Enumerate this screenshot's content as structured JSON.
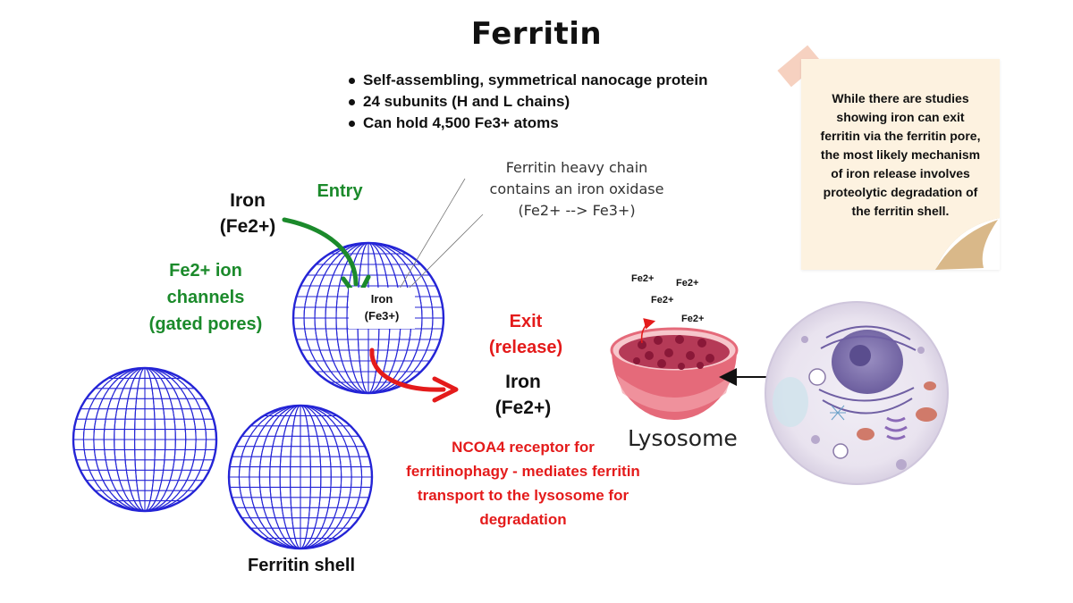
{
  "title": "Ferritin",
  "bullets": [
    "Self-assembling, symmetrical nanocage protein",
    "24 subunits (H and L chains)",
    "Can hold 4,500 Fe3+ atoms"
  ],
  "iron_entry": {
    "line1": "Iron",
    "line2": "(Fe2+)"
  },
  "entry_label": "Entry",
  "channels": {
    "line1": "Fe2+ ion",
    "line2": "channels",
    "line3": "(gated pores)"
  },
  "heavy_chain": {
    "line1": "Ferritin heavy chain",
    "line2": "contains an iron oxidase",
    "line3": "(Fe2+ --> Fe3+)"
  },
  "iron_inside": {
    "line1": "Iron",
    "line2": "(Fe3+)"
  },
  "exit_label": {
    "line1": "Exit",
    "line2": "(release)"
  },
  "iron_release": {
    "line1": "Iron",
    "line2": "(Fe2+)"
  },
  "ncoa4": {
    "line1": "NCOA4 receptor for",
    "line2": "ferritinophagy - mediates ferritin",
    "line3": "transport to the lysosome for",
    "line4": "degradation"
  },
  "shell_label": "Ferritin shell",
  "lysosome_label": "Lysosome",
  "released_ions": [
    "Fe2+",
    "Fe2+",
    "Fe2+",
    "Fe2+"
  ],
  "note": {
    "line1": "While there are studies",
    "line2": "showing iron can exit",
    "line3": "ferritin via the ferritin pore,",
    "line4": "the most likely mechanism",
    "line5": "of iron release involves",
    "line6": "proteolytic degradation of",
    "line7": "the ferritin shell."
  },
  "colors": {
    "sphere": "#2424d6",
    "entry_green": "#1b8a2b",
    "exit_red": "#e41b1b",
    "lysosome": "#e56a7a",
    "note": "#fdf2e0",
    "tape": "#f5c9b5"
  },
  "icons": [
    "sphere-mesh-icon",
    "lysosome-icon",
    "cell-icon",
    "arrow-icon"
  ]
}
